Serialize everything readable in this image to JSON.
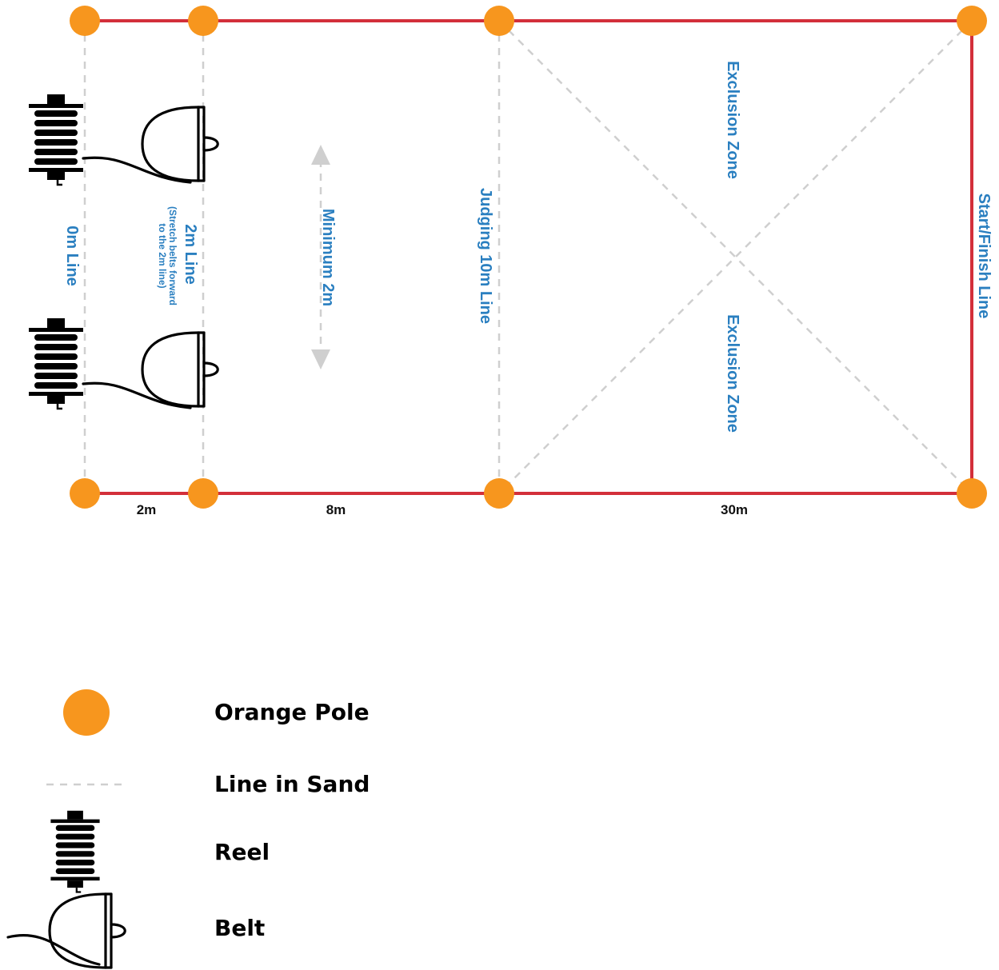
{
  "colors": {
    "pole": "#f7961e",
    "border": "#d32f3a",
    "label": "#2a7fc0",
    "sand_line": "#cfcfcf",
    "ink": "#000000"
  },
  "lines": {
    "zero": "0m Line",
    "two": "2m Line",
    "two_note_1": "(Stretch belts forward",
    "two_note_2": "to the 2m line)",
    "minimum": "Minimum 2m",
    "judging": "Judging 10m Line",
    "exclusion_top": "Exclusion Zone",
    "exclusion_bottom": "Exclusion Zone",
    "start_finish": "Start/Finish Line"
  },
  "dimensions": {
    "d1": "2m",
    "d2": "8m",
    "d3": "30m"
  },
  "legend": {
    "pole": {
      "icon": "orange-circle",
      "label": "Orange Pole"
    },
    "sand": {
      "icon": "dashed-line",
      "label": "Line in Sand"
    },
    "reel": {
      "icon": "reel-icon",
      "label": "Reel"
    },
    "belt": {
      "icon": "belt-icon",
      "label": "Belt"
    }
  }
}
